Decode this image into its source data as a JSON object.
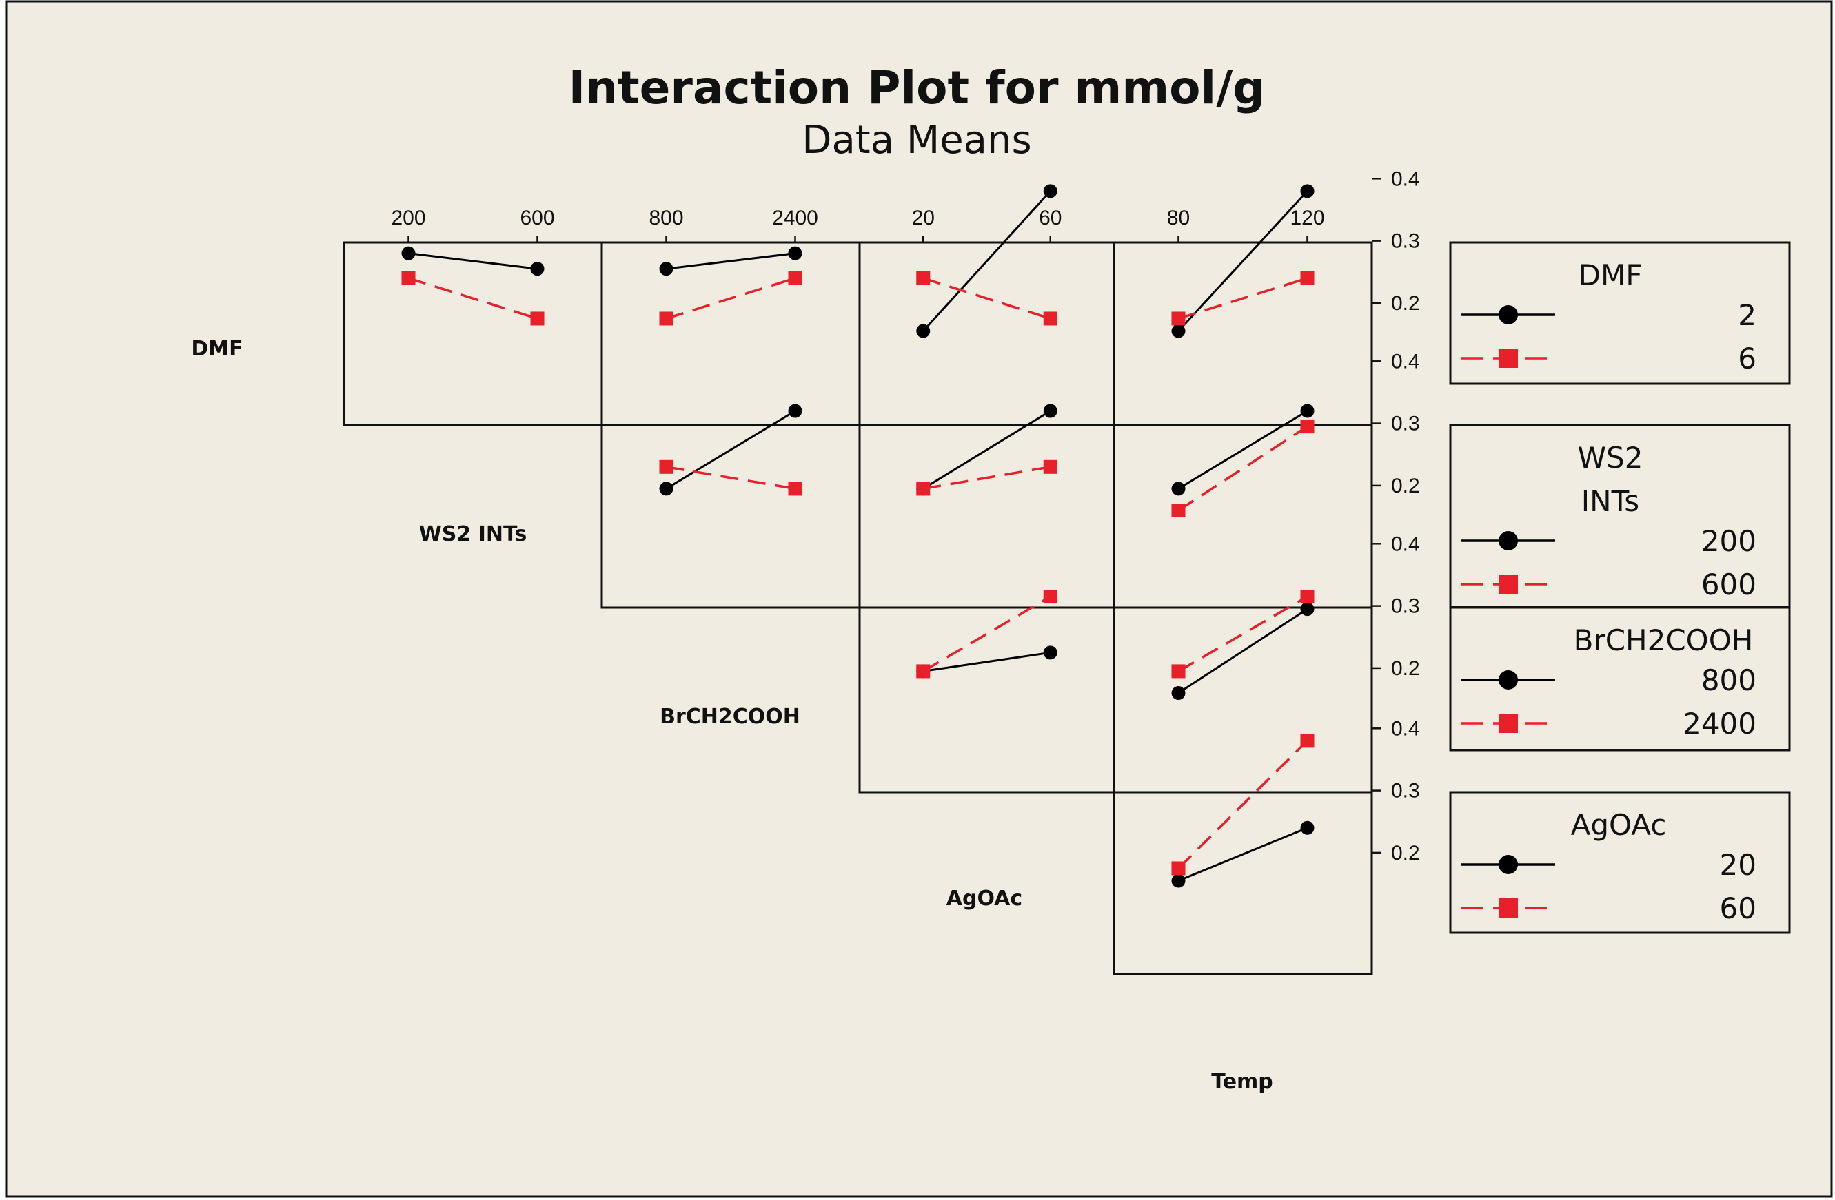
{
  "chart_data": {
    "type": "line",
    "title": "Interaction Plot for mmol/g",
    "subtitle": "Data Means",
    "ylim": [
      0.15,
      0.4
    ],
    "y_ticks": [
      "0.4",
      "0.3",
      "0.2"
    ],
    "colors": {
      "level1": "#000000",
      "level2": "#e8202a"
    },
    "factors": [
      {
        "name": "DMF",
        "levels": [
          "2",
          "6"
        ]
      },
      {
        "name": "WS2 INTs",
        "legend_title_lines": [
          "WS2",
          "INTs"
        ],
        "levels": [
          "200",
          "600"
        ]
      },
      {
        "name": "BrCH2COOH",
        "levels": [
          "800",
          "2400"
        ]
      },
      {
        "name": "AgOAc",
        "levels": [
          "20",
          "60"
        ]
      },
      {
        "name": "Temp",
        "levels": [
          "80",
          "120"
        ]
      }
    ],
    "panels": [
      {
        "row_factor": "DMF",
        "col_factor": "WS2 INTs",
        "x": [
          "200",
          "600"
        ],
        "series": [
          {
            "level": "2",
            "values": [
              0.28,
              0.255
            ]
          },
          {
            "level": "6",
            "values": [
              0.24,
              0.175
            ]
          }
        ]
      },
      {
        "row_factor": "DMF",
        "col_factor": "BrCH2COOH",
        "x": [
          "800",
          "2400"
        ],
        "series": [
          {
            "level": "2",
            "values": [
              0.255,
              0.28
            ]
          },
          {
            "level": "6",
            "values": [
              0.175,
              0.24
            ]
          }
        ]
      },
      {
        "row_factor": "DMF",
        "col_factor": "AgOAc",
        "x": [
          "20",
          "60"
        ],
        "series": [
          {
            "level": "2",
            "values": [
              0.155,
              0.38
            ]
          },
          {
            "level": "6",
            "values": [
              0.24,
              0.175
            ]
          }
        ]
      },
      {
        "row_factor": "DMF",
        "col_factor": "Temp",
        "x": [
          "80",
          "120"
        ],
        "series": [
          {
            "level": "2",
            "values": [
              0.155,
              0.38
            ]
          },
          {
            "level": "6",
            "values": [
              0.175,
              0.24
            ]
          }
        ]
      },
      {
        "row_factor": "WS2 INTs",
        "col_factor": "BrCH2COOH",
        "x": [
          "800",
          "2400"
        ],
        "series": [
          {
            "level": "200",
            "values": [
              0.195,
              0.32
            ]
          },
          {
            "level": "600",
            "values": [
              0.23,
              0.195
            ]
          }
        ]
      },
      {
        "row_factor": "WS2 INTs",
        "col_factor": "AgOAc",
        "x": [
          "20",
          "60"
        ],
        "series": [
          {
            "level": "200",
            "values": [
              0.195,
              0.32
            ]
          },
          {
            "level": "600",
            "values": [
              0.195,
              0.23
            ]
          }
        ]
      },
      {
        "row_factor": "WS2 INTs",
        "col_factor": "Temp",
        "x": [
          "80",
          "120"
        ],
        "series": [
          {
            "level": "200",
            "values": [
              0.195,
              0.32
            ]
          },
          {
            "level": "600",
            "values": [
              0.16,
              0.295
            ]
          }
        ]
      },
      {
        "row_factor": "BrCH2COOH",
        "col_factor": "AgOAc",
        "x": [
          "20",
          "60"
        ],
        "series": [
          {
            "level": "800",
            "values": [
              0.195,
              0.225
            ]
          },
          {
            "level": "2400",
            "values": [
              0.195,
              0.315
            ]
          }
        ]
      },
      {
        "row_factor": "BrCH2COOH",
        "col_factor": "Temp",
        "x": [
          "80",
          "120"
        ],
        "series": [
          {
            "level": "800",
            "values": [
              0.16,
              0.295
            ]
          },
          {
            "level": "2400",
            "values": [
              0.195,
              0.315
            ]
          }
        ]
      },
      {
        "row_factor": "AgOAc",
        "col_factor": "Temp",
        "x": [
          "80",
          "120"
        ],
        "series": [
          {
            "level": "20",
            "values": [
              0.155,
              0.24
            ]
          },
          {
            "level": "60",
            "values": [
              0.175,
              0.38
            ]
          }
        ]
      }
    ]
  }
}
